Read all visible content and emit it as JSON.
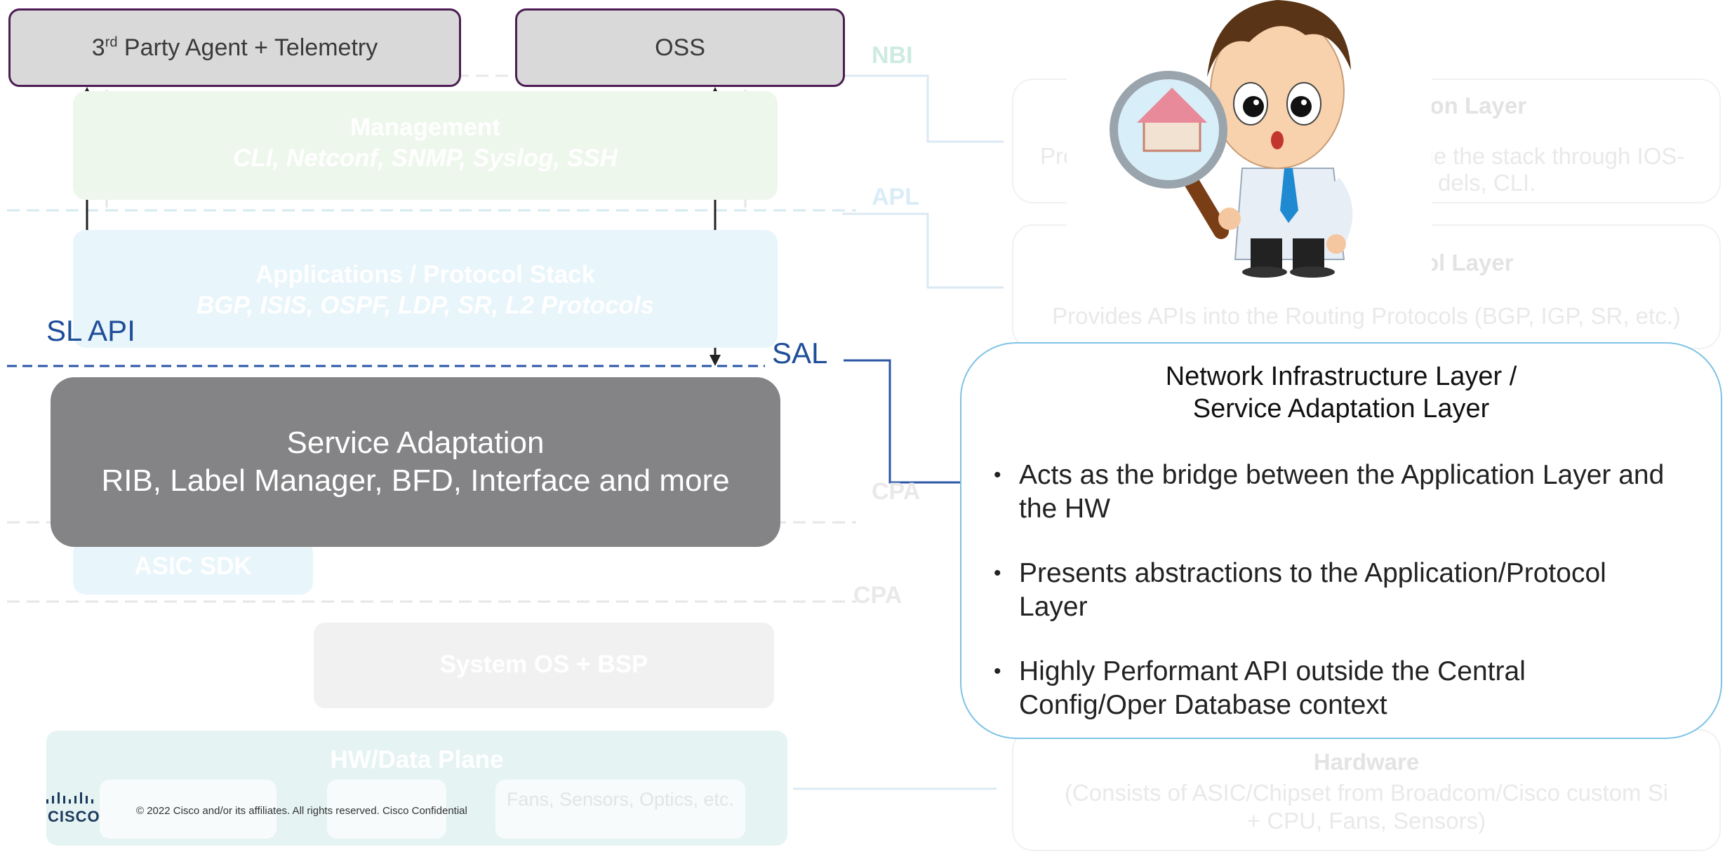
{
  "top_boxes": {
    "agent": {
      "label": "3",
      "sup": "rd",
      "rest": " Party Agent + Telemetry"
    },
    "oss": {
      "label": "OSS"
    }
  },
  "interface_labels": {
    "nbi": "NBI",
    "apl": "APL",
    "cpa_upper": "CPA",
    "cpa_lower": "CPA",
    "sl_api": "SL API",
    "sal": "SAL"
  },
  "layers": {
    "management": {
      "title": "Management",
      "subtitle": "CLI, Netconf, SNMP, Syslog, SSH"
    },
    "applications": {
      "title": "Applications / Protocol Stack",
      "subtitle": "BGP, ISIS, OSPF, LDP, SR, L2 Protocols"
    },
    "service": {
      "title": "Service Adaptation",
      "subtitle": "RIB, Label Manager,  BFD, Interface and more"
    },
    "asic_sdk": {
      "title": "ASIC SDK"
    },
    "system_os": {
      "title": "System OS + BSP"
    },
    "hw": {
      "title": "HW/Data Plane",
      "fans": "Fans, Sensors, Optics, etc."
    }
  },
  "ghost_cards": {
    "app_layer": {
      "title": "ation Layer",
      "text_a": "Pro",
      "text_b": "age the stack through  IOS-",
      "text_c": "dels, CLI."
    },
    "protocol_layer": {
      "title": "ol Layer",
      "text": "Provides APIs into the Routing Protocols (BGP, IGP, SR, etc.)"
    },
    "hardware": {
      "title": "Hardware",
      "line1": "(Consists of ASIC/Chipset from Broadcom/Cisco custom Si",
      "line2": "+ CPU, Fans, Sensors)"
    }
  },
  "info_card": {
    "title_line1": "Network Infrastructure Layer /",
    "title_line2": "Service Adaptation Layer",
    "bullets": [
      {
        "line1": "Acts as the bridge between the Application Layer and",
        "line2": "the HW"
      },
      {
        "line1": "Presents abstractions to the Application/Protocol",
        "line2": "Layer"
      },
      {
        "line1": "Highly Performant API outside the Central",
        "line2": "Config/Oper Database context"
      }
    ],
    "bullet_char": "•"
  },
  "footer": {
    "logo_text": "CISCO",
    "copyright": "© 2022  Cisco and/or its affiliates. All rights reserved.   Cisco Confidential"
  },
  "colors": {
    "accent_blue": "#1f4e99",
    "card_border": "#7ec3e6",
    "box_border": "#4b1d52",
    "service_fill": "#848486"
  },
  "icons": {
    "character": "detective-cartoon-icon"
  }
}
